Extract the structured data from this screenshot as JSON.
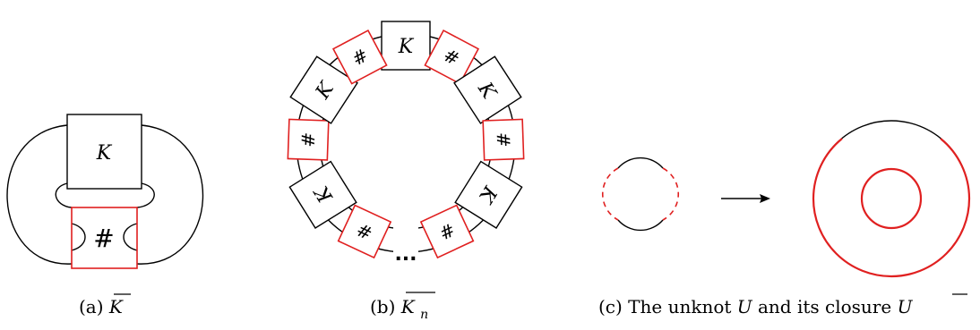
{
  "panel_a": {
    "box_label": "K",
    "sum_symbol": "#",
    "caption_prefix": "(a)",
    "caption_symbol": "K"
  },
  "panel_b": {
    "box_label": "K",
    "sum_symbol": "#",
    "ellipsis": "...",
    "caption_prefix": "(b)",
    "caption_symbol": "K",
    "caption_subscript": "n"
  },
  "panel_c": {
    "caption_text": "(c) The unknot ",
    "caption_symbol": "U",
    "caption_mid": " and its closure ",
    "caption_symbol_closure": "U"
  },
  "colors": {
    "ink": "#000000",
    "accent_red": "#e02020"
  }
}
